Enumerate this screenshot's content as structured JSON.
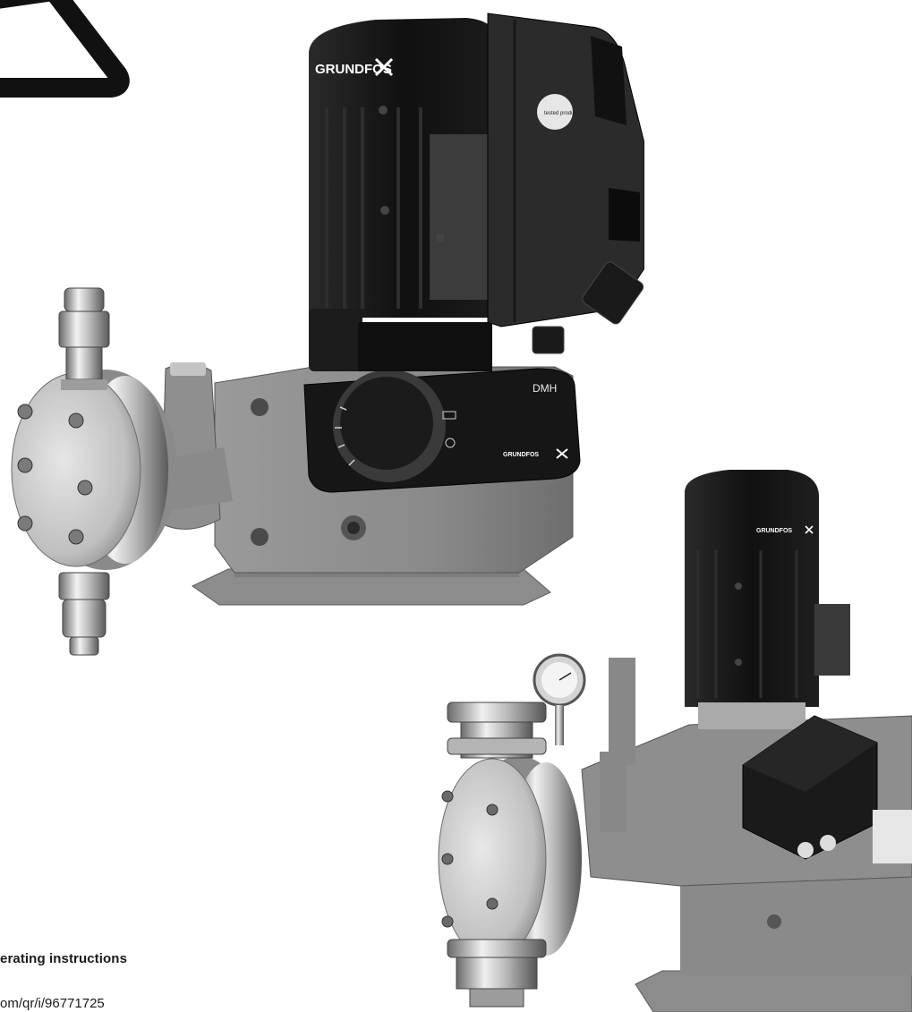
{
  "document": {
    "title": "erating instructions",
    "qr_link": "om/qr/i/96771725"
  },
  "pump_large": {
    "brand": "GRUNDFOS",
    "model_badge": "DMH",
    "controller_seal": "tested product"
  },
  "pump_small": {
    "brand": "GRUNDFOS"
  },
  "colors": {
    "motor_black": "#141414",
    "housing_gray": "#8a8a8a",
    "steel": "#c8c8c8",
    "paper": "#ffffff"
  },
  "icons": [
    "corner-triangle-mark",
    "grundfos-x-logo-icon",
    "stroke-adjust-dial-icon"
  ]
}
